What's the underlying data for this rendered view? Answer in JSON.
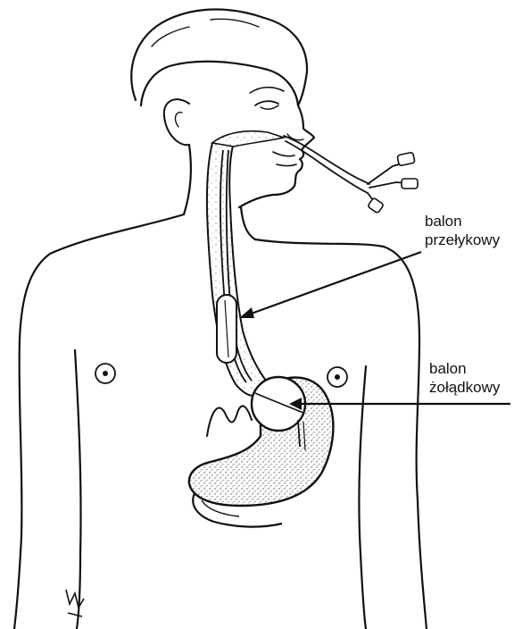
{
  "labels": {
    "esophageal_balloon": {
      "line1": "balon",
      "line2": "przełykowy"
    },
    "gastric_balloon": {
      "line1": "balon",
      "line2": "żołądkowy"
    }
  },
  "colors": {
    "ink": "#111111",
    "background": "#ffffff",
    "stipple": "#555555"
  }
}
